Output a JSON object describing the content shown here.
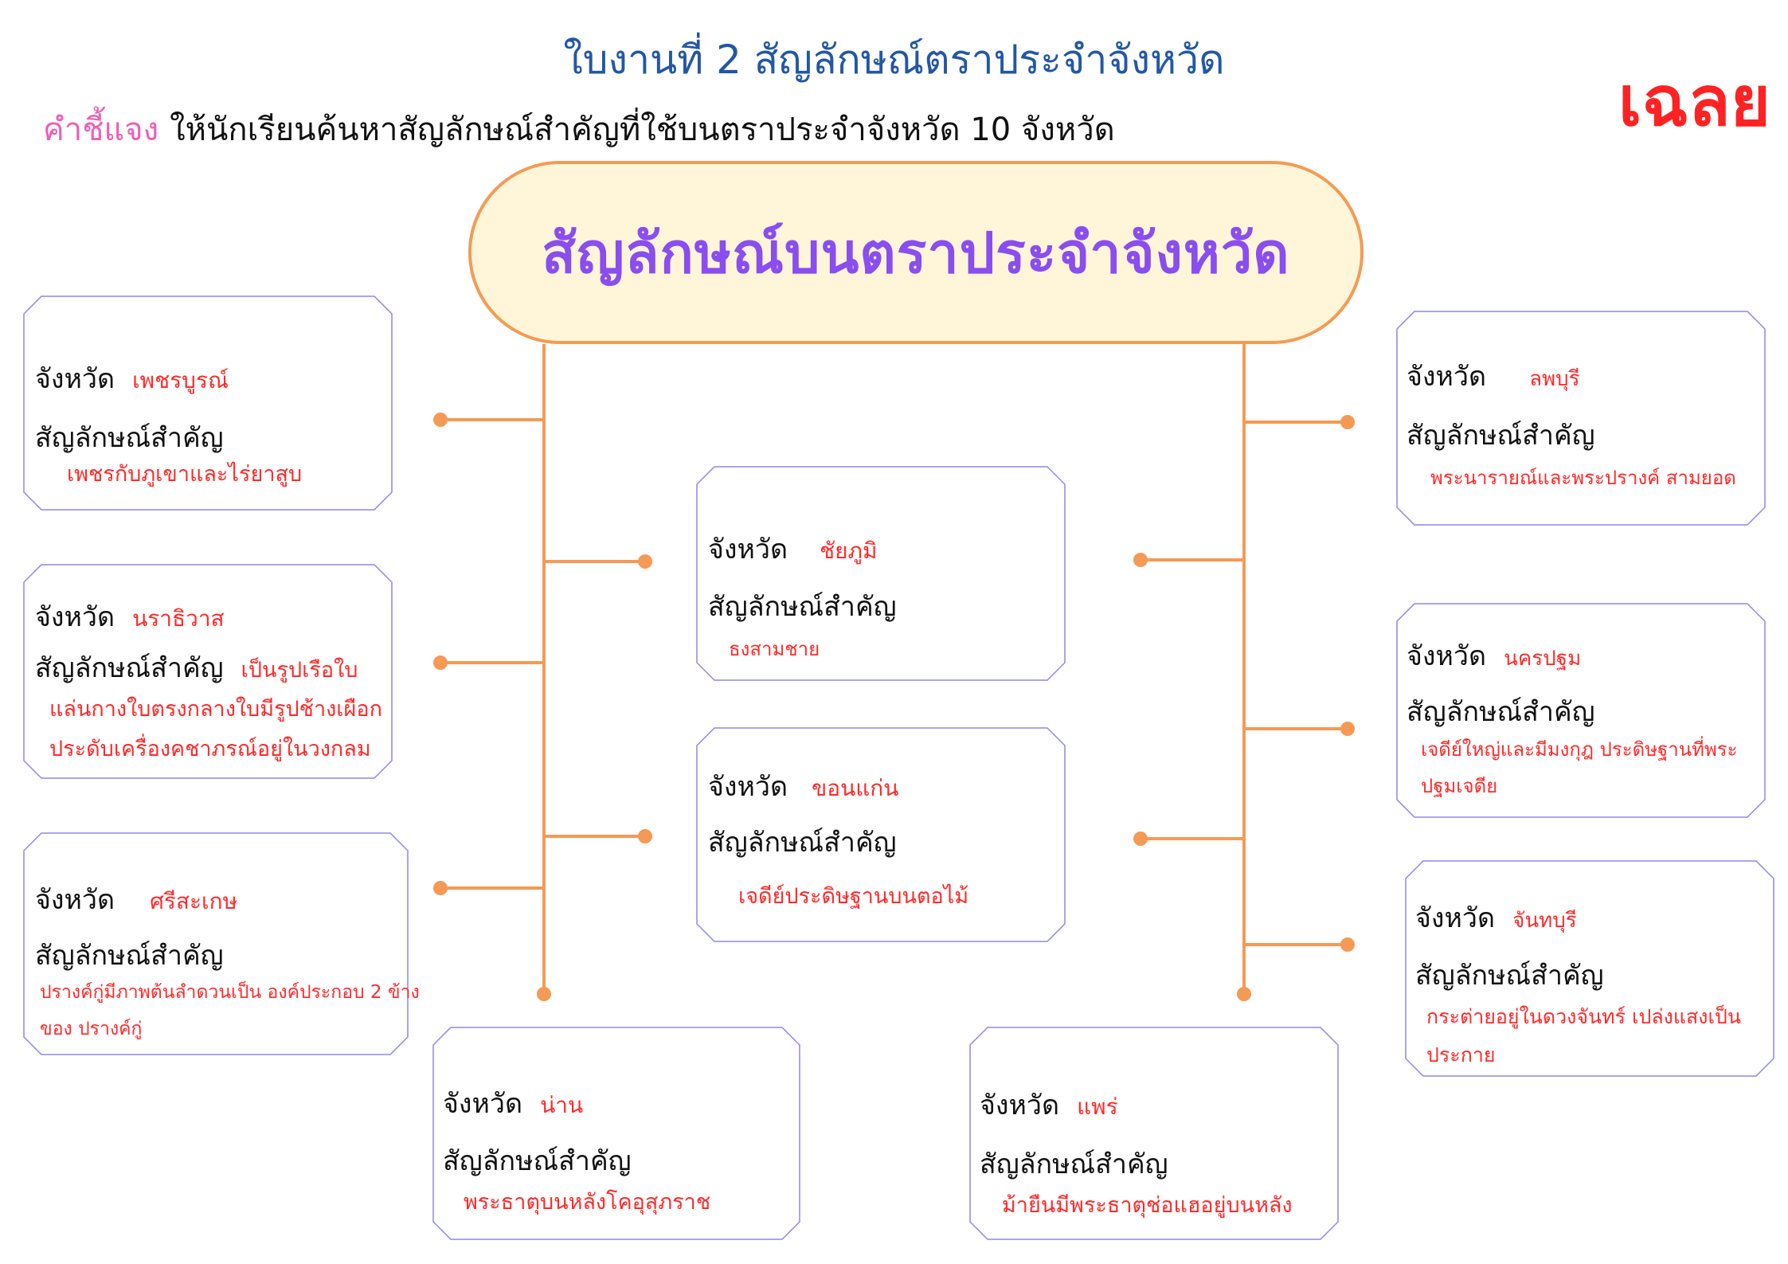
{
  "header": {
    "title": "ใบงานที่ 2 สัญลักษณ์ตราประจำจังหวัด",
    "answer_label": "เฉลย",
    "instruction_label": "คำชี้แจง",
    "instruction_text": "ให้นักเรียนค้นหาสัญลักษณ์สำคัญที่ใช้บนตราประจำจังหวัด 10 จังหวัด"
  },
  "center_title": "สัญลักษณ์บนตราประจำจังหวัด",
  "labels": {
    "province": "จังหวัด",
    "symbol": "สัญลักษณ์สำคัญ"
  },
  "cards": [
    {
      "province": "เพชรบูรณ์",
      "symbol_lines": [
        "เพชรกับภูเขาและไร่ยาสูบ"
      ]
    },
    {
      "province": "นราธิวาส",
      "symbol_inline": "เป็นรูปเรือใบ",
      "symbol_lines": [
        "แล่นกางใบตรงกลางใบมีรูปช้างเผือก",
        "ประดับเครื่องคชาภรณ์อยู่ในวงกลม"
      ]
    },
    {
      "province": "ศรีสะเกษ",
      "symbol_lines": [
        "ปรางค์กู่มีภาพต้นลำดวนเป็น องค์ประกอบ 2 ข้าง",
        "ของ ปรางค์กู่"
      ]
    },
    {
      "province": "น่าน",
      "symbol_lines": [
        "พระธาตุบนหลังโคอุสุภราช"
      ]
    },
    {
      "province": "ชัยภูมิ",
      "symbol_lines": [
        "ธงสามชาย"
      ]
    },
    {
      "province": "ขอนแก่น",
      "symbol_lines": [
        "เจดีย์ประดิษฐานบนตอไม้"
      ]
    },
    {
      "province": "แพร่",
      "symbol_lines": [
        "ม้ายืนมีพระธาตุช่อแฮอยู่บนหลัง"
      ]
    },
    {
      "province": "ลพบุรี",
      "symbol_lines": [
        "พระนารายณ์และพระปรางค์ สามยอด"
      ]
    },
    {
      "province": "นครปฐม",
      "symbol_lines": [
        "เจดีย์ใหญ่และมีมงกุฎ ประดิษฐานที่พระ",
        "ปฐมเจดีย"
      ]
    },
    {
      "province": "จันทบุรี",
      "symbol_lines": [
        "กระต่ายอยู่ในดวงจันทร์ เปล่งแสงเป็น",
        "ประกาย"
      ]
    }
  ],
  "colors": {
    "connector": "#f59a55",
    "card_border": "#8f86e8",
    "answer_text": "#ff2a2a",
    "title_text": "#2357a6",
    "center_title_text": "#8a4df0"
  }
}
